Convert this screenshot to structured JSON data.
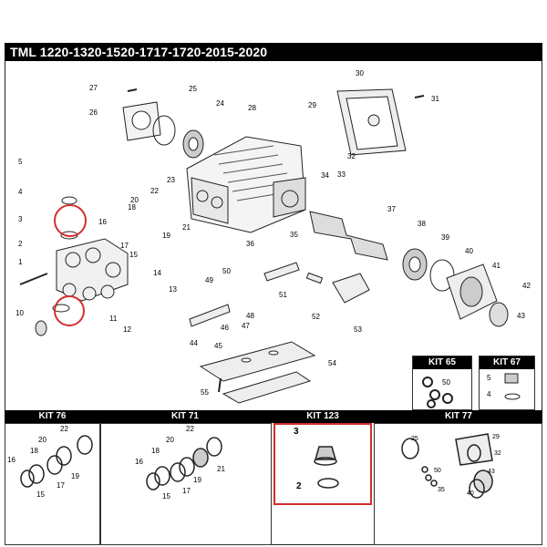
{
  "title": "TML 1220-1320-1520-1717-1720-2015-2020",
  "part_numbers": [
    "1",
    "2",
    "3",
    "4",
    "5",
    "10",
    "11",
    "12",
    "13",
    "14",
    "15",
    "16",
    "17",
    "18",
    "19",
    "20",
    "21",
    "22",
    "23",
    "24",
    "25",
    "26",
    "27",
    "28",
    "29",
    "30",
    "31",
    "32",
    "33",
    "34",
    "35",
    "36",
    "37",
    "38",
    "39",
    "40",
    "41",
    "42",
    "43",
    "44",
    "45",
    "46",
    "47",
    "48",
    "49",
    "50",
    "51",
    "52",
    "53",
    "54",
    "55"
  ],
  "kits": {
    "kit65": {
      "title": "KIT 65",
      "labels": [
        "50"
      ]
    },
    "kit67": {
      "title": "KIT 67",
      "labels": [
        "5",
        "4"
      ]
    },
    "kit76": {
      "title": "KIT 76",
      "labels": [
        "22",
        "20",
        "18",
        "16",
        "19",
        "17",
        "15"
      ]
    },
    "kit71": {
      "title": "KIT 71",
      "labels": [
        "22",
        "20",
        "18",
        "16",
        "21",
        "19",
        "17",
        "15"
      ]
    },
    "kit123": {
      "title": "KIT 123",
      "labels": [
        "3",
        "2"
      ]
    },
    "kit77": {
      "title": "KIT 77",
      "labels": [
        "25",
        "29",
        "32",
        "50",
        "43",
        "35",
        "40"
      ]
    }
  },
  "colors": {
    "highlight": "#d32f2f",
    "line": "#222222",
    "title_bg": "#000000"
  }
}
